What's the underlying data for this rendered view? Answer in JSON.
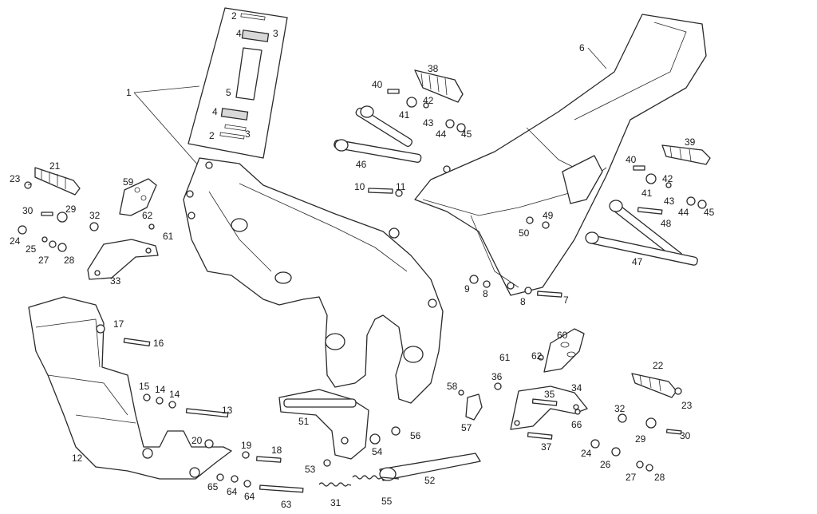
{
  "callouts": [
    {
      "id": "c1",
      "text": "1"
    },
    {
      "id": "c2a",
      "text": "2"
    },
    {
      "id": "c4a",
      "text": "4"
    },
    {
      "id": "c3a",
      "text": "3"
    },
    {
      "id": "c5",
      "text": "5"
    },
    {
      "id": "c4b",
      "text": "4"
    },
    {
      "id": "c3b",
      "text": "3"
    },
    {
      "id": "c2b",
      "text": "2"
    },
    {
      "id": "c6",
      "text": "6"
    },
    {
      "id": "c38",
      "text": "38"
    },
    {
      "id": "c40a",
      "text": "40"
    },
    {
      "id": "c42a",
      "text": "42"
    },
    {
      "id": "c41a",
      "text": "41"
    },
    {
      "id": "c43a",
      "text": "43"
    },
    {
      "id": "c44a",
      "text": "44"
    },
    {
      "id": "c45a",
      "text": "45"
    },
    {
      "id": "c46",
      "text": "46"
    },
    {
      "id": "c10",
      "text": "10"
    },
    {
      "id": "c11",
      "text": "11"
    },
    {
      "id": "c39",
      "text": "39"
    },
    {
      "id": "c40b",
      "text": "40"
    },
    {
      "id": "c42b",
      "text": "42"
    },
    {
      "id": "c41b",
      "text": "41"
    },
    {
      "id": "c43b",
      "text": "43"
    },
    {
      "id": "c44b",
      "text": "44"
    },
    {
      "id": "c45b",
      "text": "45"
    },
    {
      "id": "c48",
      "text": "48"
    },
    {
      "id": "c49",
      "text": "49"
    },
    {
      "id": "c50",
      "text": "50"
    },
    {
      "id": "c47",
      "text": "47"
    },
    {
      "id": "c9",
      "text": "9"
    },
    {
      "id": "c8a",
      "text": "8"
    },
    {
      "id": "c8b",
      "text": "8"
    },
    {
      "id": "c7",
      "text": "7"
    },
    {
      "id": "c21",
      "text": "21"
    },
    {
      "id": "c23a",
      "text": "23"
    },
    {
      "id": "c59",
      "text": "59"
    },
    {
      "id": "c30a",
      "text": "30"
    },
    {
      "id": "c29a",
      "text": "29"
    },
    {
      "id": "c32a",
      "text": "32"
    },
    {
      "id": "c62a",
      "text": "62"
    },
    {
      "id": "c61a",
      "text": "61"
    },
    {
      "id": "c24a",
      "text": "24"
    },
    {
      "id": "c25",
      "text": "25"
    },
    {
      "id": "c27a",
      "text": "27"
    },
    {
      "id": "c28a",
      "text": "28"
    },
    {
      "id": "c33",
      "text": "33"
    },
    {
      "id": "c17",
      "text": "17"
    },
    {
      "id": "c16",
      "text": "16"
    },
    {
      "id": "c15",
      "text": "15"
    },
    {
      "id": "c14a",
      "text": "14"
    },
    {
      "id": "c14b",
      "text": "14"
    },
    {
      "id": "c13",
      "text": "13"
    },
    {
      "id": "c12",
      "text": "12"
    },
    {
      "id": "c20",
      "text": "20"
    },
    {
      "id": "c19",
      "text": "19"
    },
    {
      "id": "c18",
      "text": "18"
    },
    {
      "id": "c65",
      "text": "65"
    },
    {
      "id": "c64a",
      "text": "64"
    },
    {
      "id": "c64b",
      "text": "64"
    },
    {
      "id": "c63",
      "text": "63"
    },
    {
      "id": "c51",
      "text": "51"
    },
    {
      "id": "c54",
      "text": "54"
    },
    {
      "id": "c56",
      "text": "56"
    },
    {
      "id": "c53",
      "text": "53"
    },
    {
      "id": "c52",
      "text": "52"
    },
    {
      "id": "c31",
      "text": "31"
    },
    {
      "id": "c55",
      "text": "55"
    },
    {
      "id": "c58",
      "text": "58"
    },
    {
      "id": "c57",
      "text": "57"
    },
    {
      "id": "c36",
      "text": "36"
    },
    {
      "id": "c60",
      "text": "60"
    },
    {
      "id": "c61b",
      "text": "61"
    },
    {
      "id": "c62b",
      "text": "62"
    },
    {
      "id": "c35",
      "text": "35"
    },
    {
      "id": "c34",
      "text": "34"
    },
    {
      "id": "c66",
      "text": "66"
    },
    {
      "id": "c37",
      "text": "37"
    },
    {
      "id": "c22",
      "text": "22"
    },
    {
      "id": "c23b",
      "text": "23"
    },
    {
      "id": "c32b",
      "text": "32"
    },
    {
      "id": "c29b",
      "text": "29"
    },
    {
      "id": "c30b",
      "text": "30"
    },
    {
      "id": "c24b",
      "text": "24"
    },
    {
      "id": "c26",
      "text": "26"
    },
    {
      "id": "c27b",
      "text": "27"
    },
    {
      "id": "c28b",
      "text": "28"
    }
  ]
}
